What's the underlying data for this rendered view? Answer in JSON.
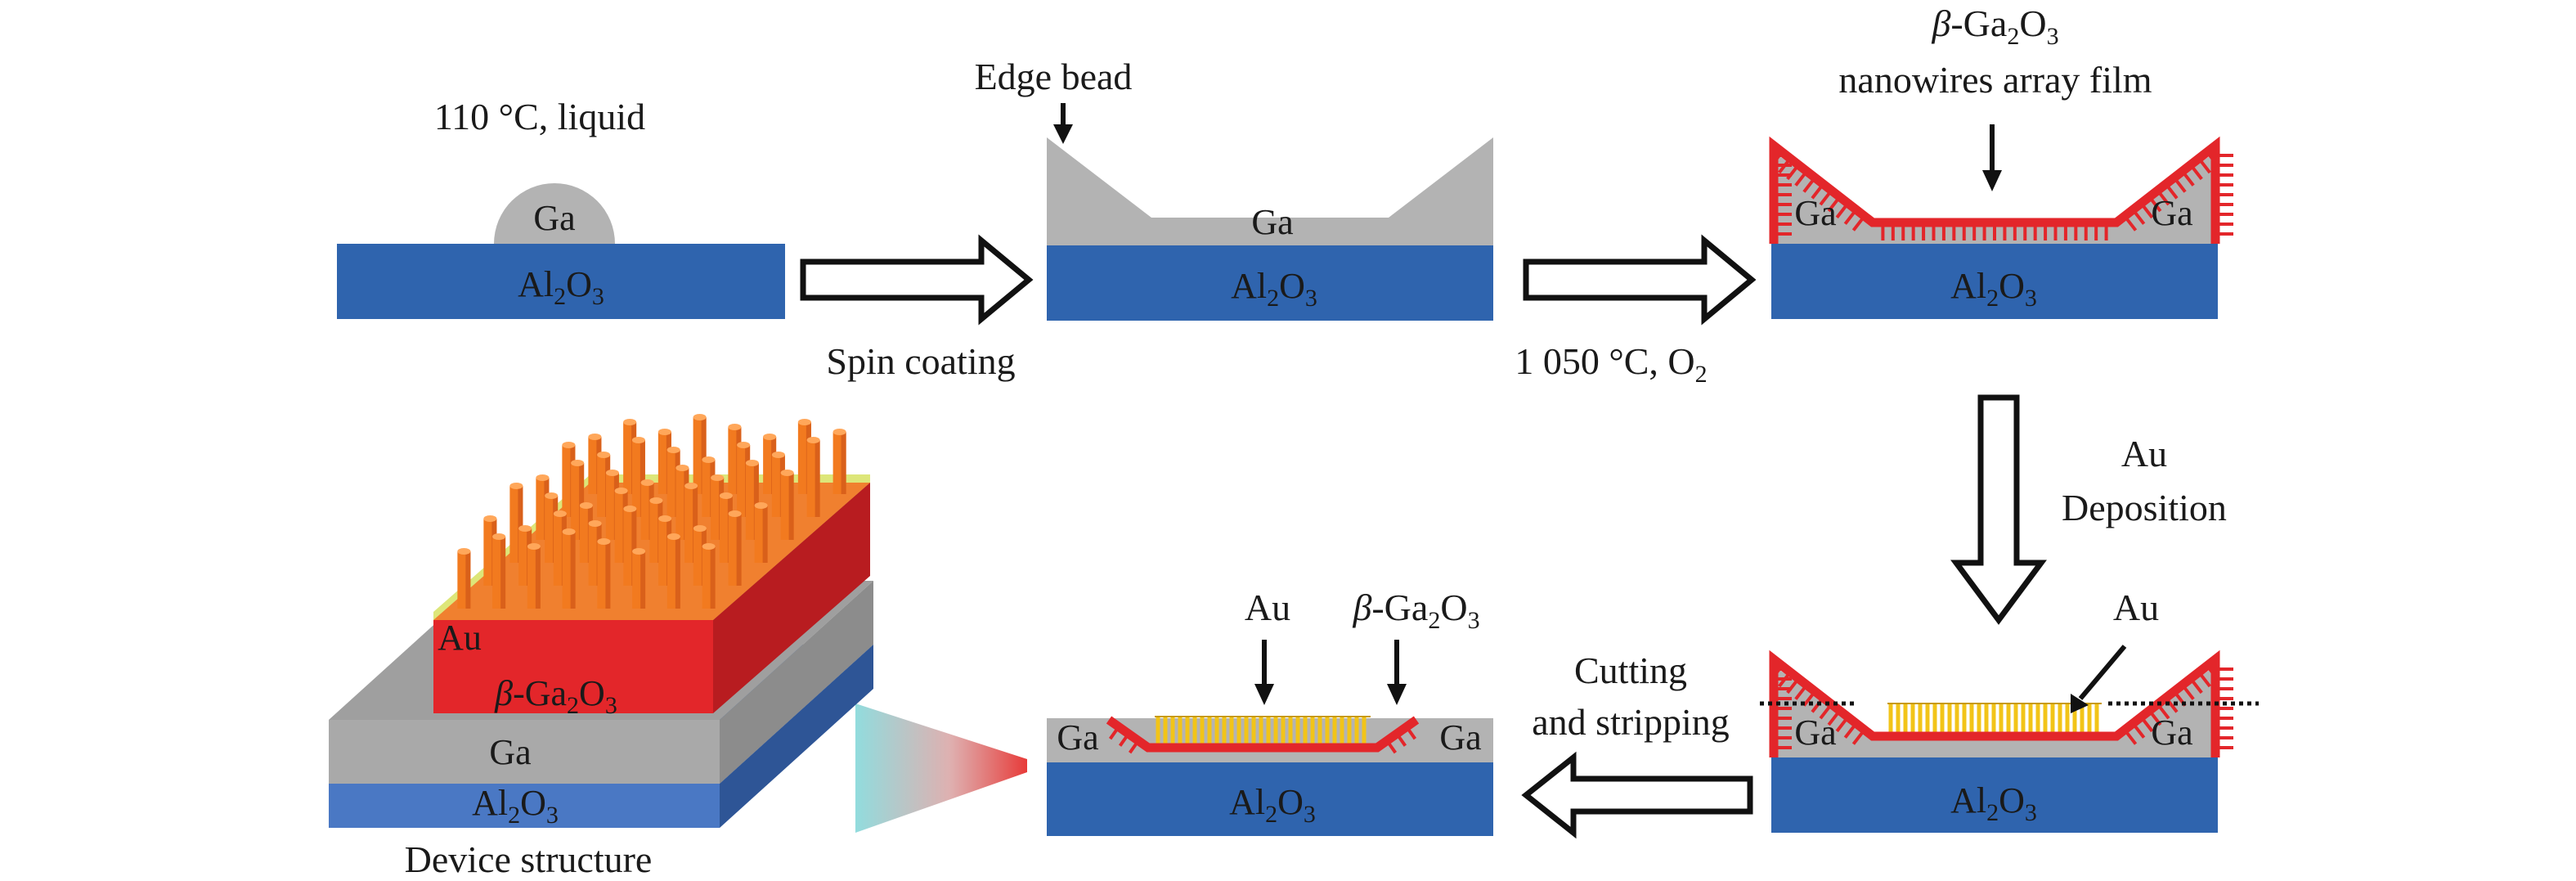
{
  "labels": {
    "ga": "Ga",
    "al": "Al",
    "o": "O",
    "sub2": "2",
    "sub3": "3",
    "au": "Au",
    "beta": "β",
    "ga_dash": "-Ga",
    "liquid_temp": "110 °C, liquid",
    "edge_bead": "Edge bead",
    "nanowires_film": "nanowires array film",
    "spin_coating": "Spin coating",
    "anneal_prefix": "1 050 °C, O",
    "au_line1": "Au",
    "au_line2": "Deposition",
    "cut_line1": "Cutting",
    "cut_line2": "and stripping",
    "device_structure": "Device structure"
  },
  "colors": {
    "substrate": "#2f64ae",
    "gallium": "#b3b3b3",
    "ga2o3": "#e3262a",
    "gold": "#f2c418",
    "nanowire": "#f57f2a",
    "arrow_stroke": "#111111"
  }
}
